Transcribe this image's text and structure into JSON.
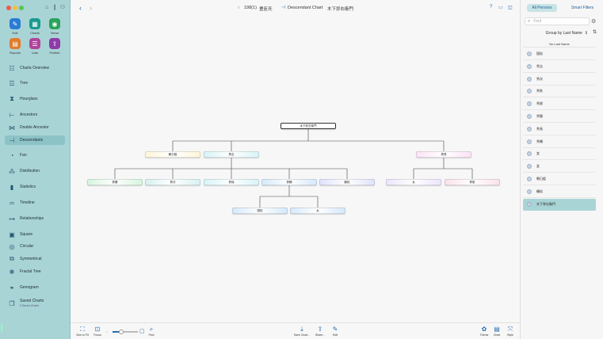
{
  "window": {
    "record_count": "198(1)",
    "root_person": "豊臣氏",
    "chart_title": "Descendant Chart",
    "chart_subject": "木下弥右衛門"
  },
  "toolbar_tools": [
    {
      "label": "Edit",
      "color": "#2a7bd4",
      "glyph": "✎"
    },
    {
      "label": "Charts",
      "color": "#1a9a8f",
      "glyph": "▦"
    },
    {
      "label": "Views",
      "color": "#2aa35a",
      "glyph": "◉"
    },
    {
      "label": "Reports",
      "color": "#e27b2a",
      "glyph": "▤"
    },
    {
      "label": "Lists",
      "color": "#b0449c",
      "glyph": "☰"
    },
    {
      "label": "Publish",
      "color": "#8e3aa8",
      "glyph": "⇪"
    }
  ],
  "nav": [
    {
      "label": "Charts Overview",
      "icon": "☷"
    },
    {
      "label": "Tree",
      "icon": "☲"
    },
    {
      "label": "Hourglass",
      "icon": "⧗"
    },
    {
      "label": "Ancestors",
      "icon": "⊢"
    },
    {
      "label": "Double Ancestor",
      "icon": "⋈"
    },
    {
      "label": "Descendants",
      "icon": "⊣"
    },
    {
      "label": "Fan",
      "icon": "◔"
    },
    {
      "label": "Distribution",
      "icon": "⁂"
    },
    {
      "label": "Statistics",
      "icon": "▮"
    },
    {
      "label": "Timeline",
      "icon": "═"
    },
    {
      "label": "Relationships",
      "icon": "⊶"
    },
    {
      "label": "Square",
      "icon": "▣"
    },
    {
      "label": "Circular",
      "icon": "◎"
    },
    {
      "label": "Symmetrical",
      "icon": "⧉"
    },
    {
      "label": "Fractal Tree",
      "icon": "❋"
    },
    {
      "label": "Genogram",
      "icon": "⚭"
    },
    {
      "label": "Saved Charts",
      "icon": "❒",
      "sub": "0 Saved Charts"
    }
  ],
  "chart": {
    "nodes": [
      "木下弥右衛門",
      "朝日姫",
      "秀吉",
      "秀長",
      "秀勝",
      "秀次",
      "秀保",
      "秀頼",
      "鶴松",
      "女",
      "秀俊",
      "国松",
      "女"
    ],
    "node_colors": [
      "#ffffff",
      "#fdf6d8",
      "#d8f4f7",
      "#fbe3f6",
      "#d6f5df",
      "#d7f1f2",
      "#d8f4f7",
      "#d6e9fb",
      "#dfe3fb",
      "#ece5fb",
      "#fbe1ec",
      "#d6e9fb",
      "#d6e9fb"
    ]
  },
  "bottom_left": [
    {
      "label": "Size to Fit",
      "icon": "⛶"
    },
    {
      "label": "Focus",
      "icon": "⊡"
    },
    {
      "label": "Find",
      "icon": "⌕"
    }
  ],
  "bottom_mid": [
    {
      "label": "Save Chart...",
      "icon": "⤓"
    },
    {
      "label": "Share...",
      "icon": "⇪"
    },
    {
      "label": "Edit",
      "icon": "✎"
    }
  ],
  "bottom_right": [
    {
      "label": "Theme",
      "icon": "✿"
    },
    {
      "label": "Chart",
      "icon": "▤"
    },
    {
      "label": "Style",
      "icon": "⤧"
    }
  ],
  "right_panel": {
    "all_persons": "All Persons",
    "smart_filters": "Smart Filters",
    "search_placeholder": "Find",
    "group_by": "Group by Last Name",
    "section": "No Last Name",
    "persons": [
      "国松",
      "秀吉",
      "秀次",
      "秀秋",
      "秀俊",
      "秀勝",
      "秀長",
      "秀頼",
      "女",
      "女",
      "朝日姫",
      "鶴松",
      "木下弥右衛門"
    ]
  }
}
